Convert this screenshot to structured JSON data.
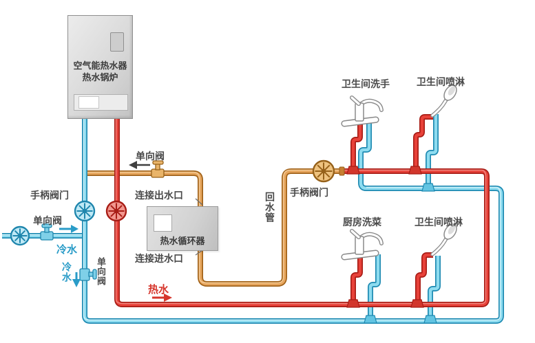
{
  "heater": {
    "line1": "空气能热水器",
    "line2": "热水锅炉"
  },
  "circulator": {
    "name": "热水循环器",
    "outlet": "连接出水口",
    "inlet": "连接进水口"
  },
  "valves": {
    "check_top": "单向阀",
    "handle_left": "手柄阀门",
    "check_left": "单向阀",
    "check_down": "单向阀",
    "handle_right": "手柄阀门"
  },
  "flows": {
    "cold_h": "冷水",
    "cold_v": "冷水",
    "hot": "热水",
    "return_pipe": "回水管"
  },
  "fixtures": {
    "bath_sink": "卫生间洗手",
    "bath_shower_top": "卫生间喷淋",
    "kitchen_sink": "厨房洗菜",
    "bath_shower_bottom": "卫生间喷淋"
  },
  "colors": {
    "hot": "#e8423a",
    "cold": "#8edcf0",
    "return": "#e7a65e"
  }
}
